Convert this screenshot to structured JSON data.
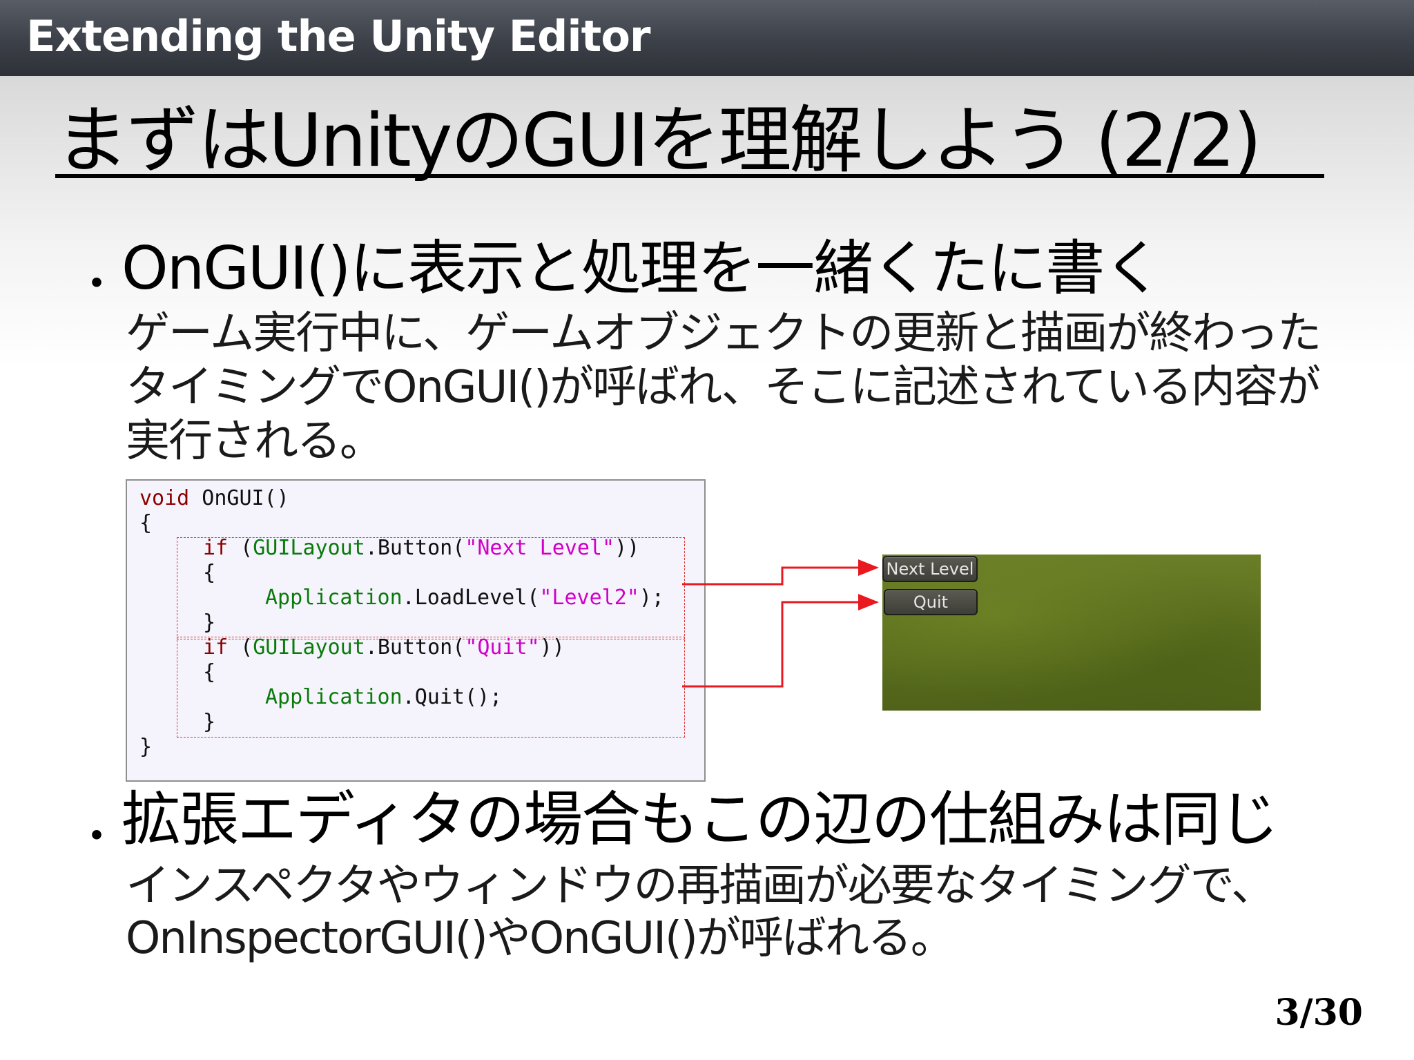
{
  "header": {
    "title": "Extending the Unity Editor"
  },
  "slide": {
    "title": "まずはUnityのGUIを理解しよう (2/2)",
    "bullet_symbol": "・",
    "bullet1": {
      "heading": "OnGUI()に表示と処理を一緒くたに書く",
      "lines": [
        "ゲーム実行中に、ゲームオブジェクトの更新と描画が終わった",
        "タイミングでOnGUI()が呼ばれ、そこに記述されている内容が",
        "実行される。"
      ]
    },
    "bullet2": {
      "heading": "拡張エディタの場合もこの辺の仕組みは同じ",
      "lines": [
        "インスペクタやウィンドウの再描画が必要なタイミングで、",
        "OnInspectorGUI()やOnGUI()が呼ばれる。"
      ]
    }
  },
  "code": {
    "void_kw": "void",
    "method": " OnGUI()",
    "open_brace": "{",
    "close_brace": "}",
    "if_kw": "if",
    "paren_open": " (",
    "guilayout": "GUILayout",
    "button_call": ".Button(",
    "next_level_str": "\"Next Level\"",
    "close_if": "))",
    "application": "Application",
    "loadlevel_call": ".LoadLevel(",
    "level2_str": "\"Level2\"",
    "close_call": ");",
    "quit_str": "\"Quit\"",
    "quit_call": ".Quit();"
  },
  "game_view": {
    "next_level_button": "Next Level",
    "quit_button": "Quit"
  },
  "colors": {
    "keyword": "#8b0000",
    "type": "#0a7a0a",
    "string": "#d000c8",
    "arrow": "#e8191f"
  },
  "page_number": "3/30"
}
